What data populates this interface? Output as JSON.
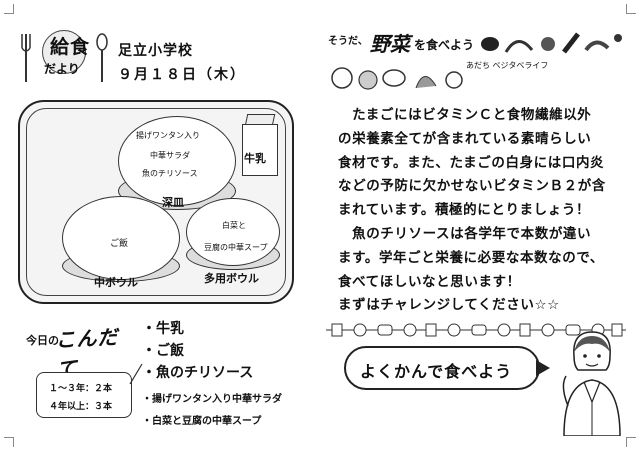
{
  "header": {
    "logo_line1": "給食",
    "logo_line2": "だより",
    "school": "足立小学校",
    "date": "９月１８日（木）"
  },
  "tray": {
    "fukazara_items": [
      "揚げワンタン入り",
      "中華サラダ",
      "魚のチリソース"
    ],
    "fukazara_label": "深皿",
    "main_bowl_item": "ご飯",
    "main_bowl_label": "中ボウル",
    "multi_bowl_items": [
      "白菜と",
      "豆腐の中華スープ"
    ],
    "multi_bowl_label": "多用ボウル",
    "milk_label": "牛乳"
  },
  "menu": {
    "title_small": "今日の",
    "title_big": "こんだて",
    "items": [
      "・牛乳",
      "・ご飯",
      "・魚のチリソース",
      "・揚げワンタン入り中華サラダ",
      "・白菜と豆腐の中華スープ"
    ],
    "quantity": [
      "１～３年：２本",
      "４年以上：３本"
    ]
  },
  "column": {
    "ribbon_small": "そうだ、",
    "ribbon_big": "野菜",
    "ribbon_mid": "を食べよう",
    "ribbon_sub": "あだち ベジタベライフ",
    "article_lines": [
      "　たまごにはビタミンＣと食物繊維以外",
      "の栄養素全てが含まれている素晴らしい",
      "食材です。また、たまごの白身には口内炎",
      "などの予防に欠かせないビタミンＢ２が含",
      "まれています。積極的にとりましょう！",
      "　魚のチリソースは各学年で本数が違い",
      "ます。学年ごと栄養に必要な本数なので、",
      "食べてほしいなと思います！",
      "まずはチャレンジしてください☆☆"
    ],
    "bubble_text": "よくかんで食べよう"
  }
}
